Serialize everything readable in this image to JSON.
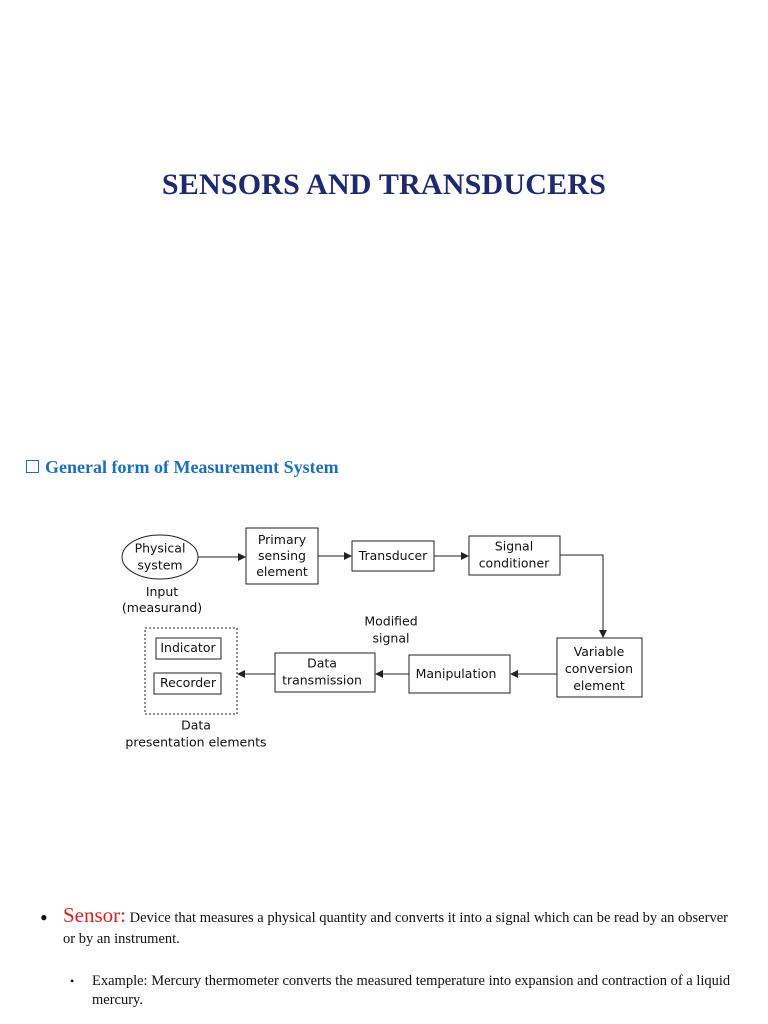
{
  "slide": {
    "title": "SENSORS AND TRANSDUCERS",
    "section_heading": "General form of Measurement System"
  },
  "colors": {
    "title": "#1f2a6e",
    "section_heading": "#1a6fbf",
    "sensor_term": "#e02020",
    "diagram_stroke": "#222222"
  },
  "diagram": {
    "physical_system": [
      "Physical",
      "system"
    ],
    "input_label": [
      "Input",
      "(measurand)"
    ],
    "primary_sensing": [
      "Primary",
      "sensing",
      "element"
    ],
    "transducer": "Transducer",
    "signal_conditioner": [
      "Signal",
      "conditioner"
    ],
    "modified_signal": [
      "Modified",
      "signal"
    ],
    "variable_conversion": [
      "Variable",
      "conversion",
      "element"
    ],
    "manipulation": "Manipulation",
    "data_transmission": [
      "Data",
      "transmission"
    ],
    "indicator": "Indicator",
    "recorder": "Recorder",
    "data_presentation": [
      "Data",
      "presentation elements"
    ]
  },
  "bullets": {
    "sensor_term": "Sensor",
    "sensor_colon": ":",
    "sensor_definition": "Device that measures a physical quantity and converts it into a signal which can be read  by an observer or by an instrument.",
    "example": "Example: Mercury thermometer converts the measured temperature into expansion and contraction of a liquid mercury."
  }
}
